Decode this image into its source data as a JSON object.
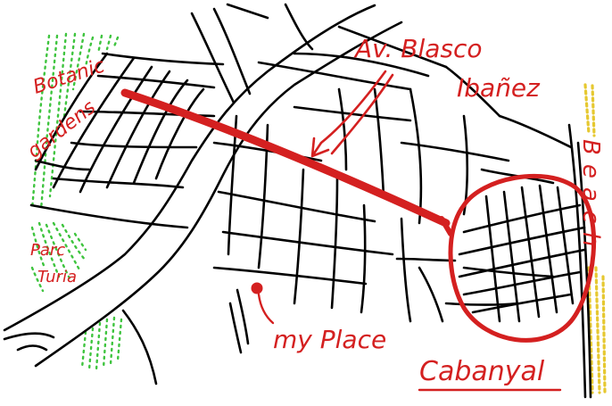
{
  "map": {
    "labels": {
      "avenue_line1": "Av. Blasco",
      "avenue_line2": "Ibañez",
      "botanic_line1": "Botanic",
      "botanic_line2": "gardens",
      "park_line1": "Parc",
      "park_line2": "Turia",
      "my_place": "my Place",
      "cabanyal": "Cabanyal",
      "beach": "Beach"
    },
    "colors": {
      "roads": "#000000",
      "annotation": "#d42020",
      "vegetation": "#3ec43e",
      "sand": "#e6c830",
      "background": "#ffffff"
    },
    "markers": {
      "my_place": "red-dot"
    }
  }
}
